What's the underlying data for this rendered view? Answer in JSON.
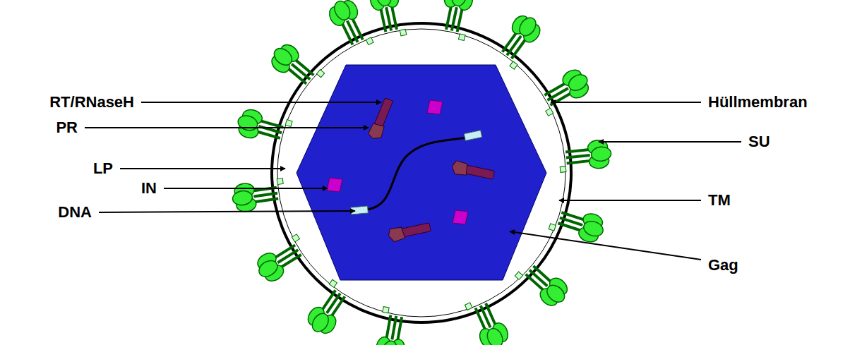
{
  "diagram": {
    "labels": [
      "RT/RNaseH",
      "PR",
      "LP",
      "IN",
      "DNA",
      "Hüllmembran",
      "SU",
      "TM",
      "Gag"
    ]
  }
}
